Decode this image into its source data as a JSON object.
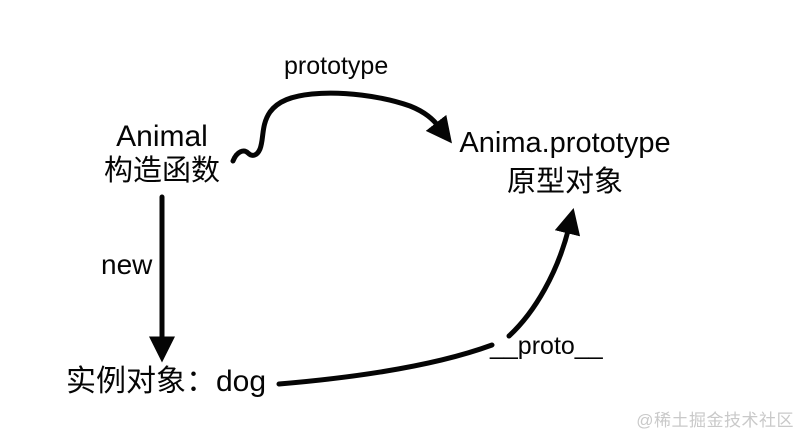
{
  "canvas": {
    "background": "#ffffff",
    "ink": "#050505"
  },
  "diagram": {
    "constructor_node": {
      "title": "Animal",
      "caption": "构造函数"
    },
    "prototype_node": {
      "title": "Anima.prototype",
      "caption": "原型对象"
    },
    "instance_node": {
      "label": "实例对象：dog"
    },
    "edges": {
      "prototype_label": "prototype",
      "new_label": "new",
      "proto_label": "__proto__"
    }
  },
  "watermark": {
    "text": "@稀土掘金技术社区",
    "color": "#c9c9c9"
  }
}
